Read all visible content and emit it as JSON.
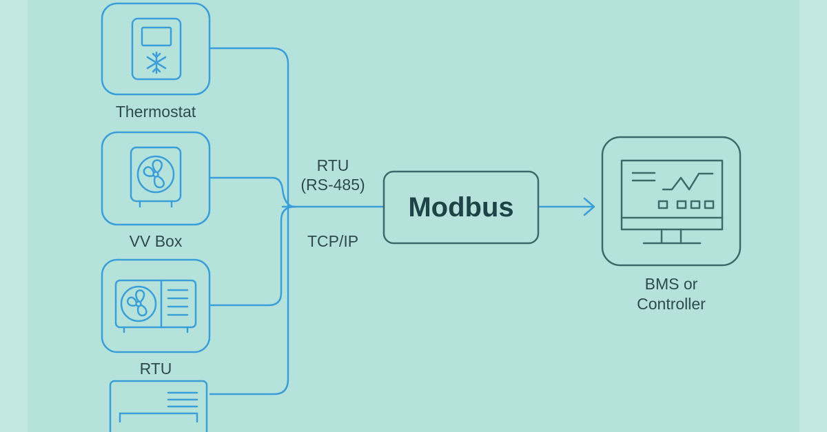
{
  "colors": {
    "background": "#b6e2dc",
    "line": "#3a9fd8",
    "box_stroke": "#3c6a6a",
    "text": "#2e4a4c"
  },
  "devices": [
    {
      "label": "Thermostat",
      "icon": "thermostat-icon"
    },
    {
      "label": "VV Box",
      "icon": "fan-icon"
    },
    {
      "label": "RTU",
      "icon": "rooftop-unit-icon"
    },
    {
      "label": "",
      "icon": "wall-unit-icon"
    }
  ],
  "connection_labels": {
    "rtu": "RTU",
    "rs485": "(RS-485)",
    "tcpip": "TCP/IP"
  },
  "hub": {
    "label": "Modbus"
  },
  "controller": {
    "line1": "BMS or",
    "line2": "Controller",
    "icon": "monitor-icon"
  }
}
